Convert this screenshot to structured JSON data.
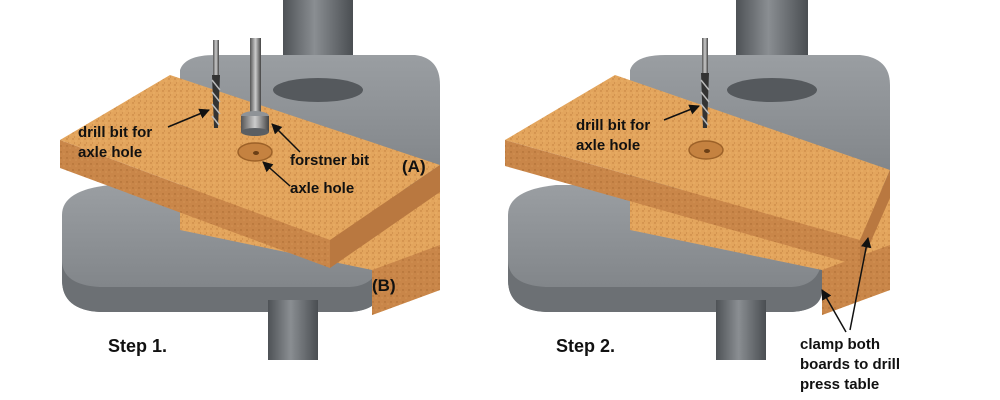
{
  "steps": [
    {
      "title": "Step 1.",
      "labels": {
        "drill_bit_line1": "drill bit for",
        "drill_bit_line2": "axle hole",
        "forstner": "forstner bit",
        "axle_hole": "axle hole",
        "board_a": "(A)",
        "board_b": "(B)"
      }
    },
    {
      "title": "Step 2.",
      "labels": {
        "drill_bit_line1": "drill bit for",
        "drill_bit_line2": "axle hole",
        "clamp_line1": "clamp both",
        "clamp_line2": "boards to drill",
        "clamp_line3": "press table"
      }
    }
  ],
  "colors": {
    "board": "#e3a55d",
    "board_side": "#c9854a",
    "board_speckle": "#b8773a",
    "table": "#8e9296",
    "table_dark": "#6f7377",
    "column": "#5f6368",
    "background": "#ffffff"
  }
}
